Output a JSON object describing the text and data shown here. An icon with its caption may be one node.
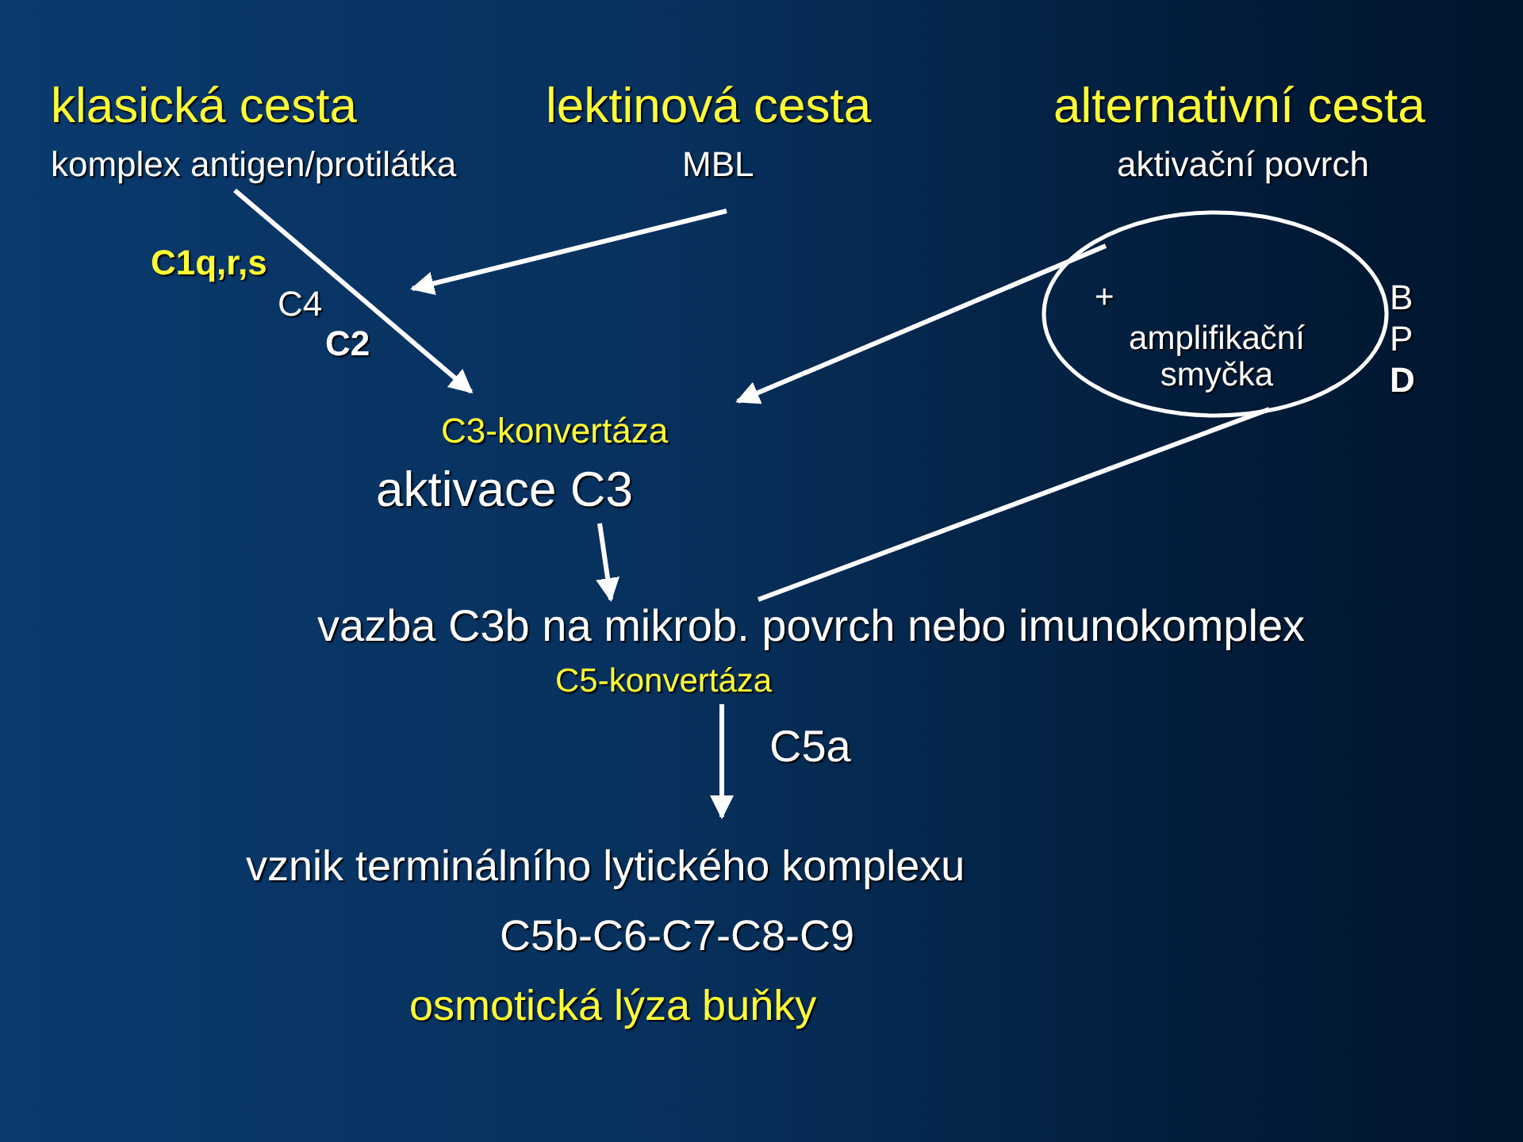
{
  "diagram": {
    "nodes": [
      {
        "text": [
          "klasická cesta",
          "komplex antigen/protilátka"
        ]
      },
      {
        "text": [
          "lektinová cesta",
          "MBL"
        ]
      },
      {
        "text": [
          "alternativní cesta",
          "aktivační povrch"
        ]
      },
      {
        "text": [
          "C3-konvertáza",
          "aktivace  C3"
        ]
      },
      {
        "text": [
          "+",
          "amplifikační smyčka"
        ],
        "beside": [
          "B",
          "P",
          "D"
        ]
      },
      {
        "text": [
          "vazba C3b na mikrob. povrch nebo imunokomplex"
        ]
      },
      {
        "text": [
          "C5-konvertáza"
        ]
      },
      {
        "text": [
          "vznik terminálního lytického komplexu",
          "C5b-C6-C7-C8-C9",
          "osmotická lýza buňky"
        ]
      }
    ],
    "edges": [
      {
        "from": 0,
        "to": 3,
        "arrow": "to"
      },
      {
        "from": 1,
        "to": null,
        "arrow": "to"
      },
      {
        "from": 4,
        "to": 3,
        "arrow": "to"
      },
      {
        "from": 5,
        "to": 4,
        "arrow": "none"
      },
      {
        "from": 3,
        "to": 5,
        "arrow": "to"
      },
      {
        "from": 6,
        "to": 7,
        "arrow": "to",
        "label": "C5a"
      }
    ],
    "labels": [
      "C1q,r,s",
      "C4",
      "C2"
    ]
  }
}
